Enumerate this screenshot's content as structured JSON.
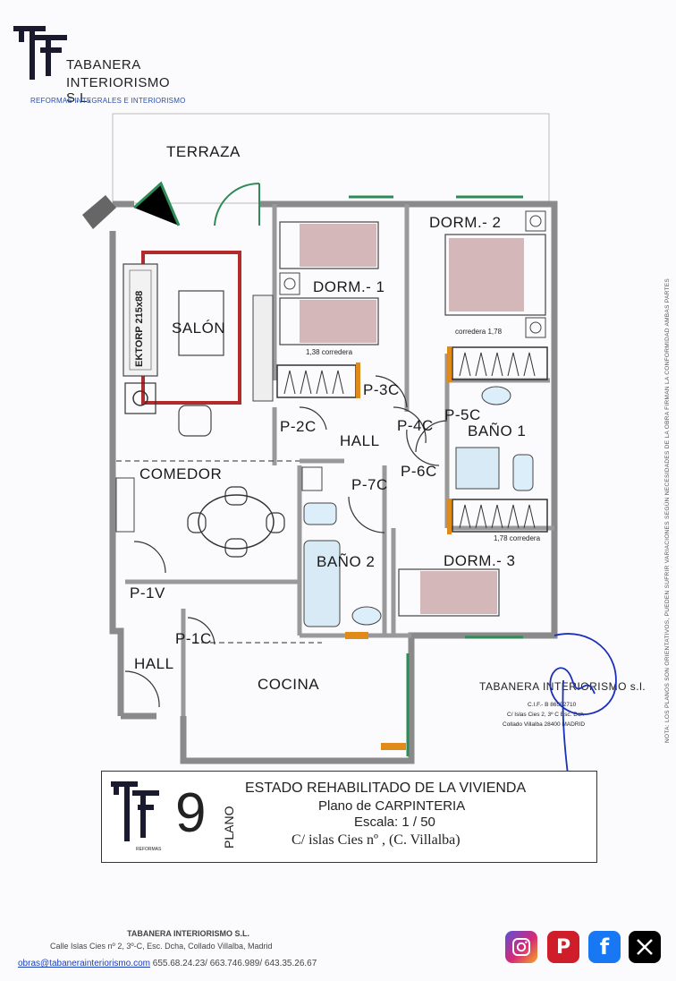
{
  "company": {
    "name_line1": "TABANERA",
    "name_line2": "INTERIORISMO S.L.",
    "tagline": "REFORMAS INTEGRALES E INTERIORISMO"
  },
  "rooms": {
    "terraza": "TERRAZA",
    "salon": "SALÓN",
    "dorm1": "DORM.- 1",
    "dorm2": "DORM.- 2",
    "dorm3": "DORM.- 3",
    "hall_center": "HALL",
    "hall_entry": "HALL",
    "comedor": "COMEDOR",
    "bano1": "BAÑO 1",
    "bano2": "BAÑO 2",
    "cocina": "COCINA"
  },
  "doors": {
    "p3c": "P-3C",
    "p2c": "P-2C",
    "p4c": "P-4C",
    "p5c": "P-5C",
    "p6c": "P-6C",
    "p7c": "P-7C",
    "p1v": "P-1V",
    "p1c": "P-1C"
  },
  "annotations": {
    "sofa": "EKTORP 215x88",
    "wardrobe1": "1,38 corredera",
    "wardrobe2": "corredera 1,78",
    "wardrobe3": "1,78 corredera"
  },
  "stamp": {
    "company": "TABANERA INTERIORISMO s.l.",
    "cif": "C.I.F.- B 86552710",
    "address": "C/ Islas Cies 2, 3º C Esc. Dch",
    "city": "Collado Villalba 28400 MADRID"
  },
  "side_note": "NOTA: LOS PLANOS SON ORIENTATIVOS,  PUEDEN SUFRIR VARIACIONES  SEGÚN NECESIDADES  DE LA OBRA  FIRMAN  LA CONFORMIDAD  AMBAS PARTES",
  "title_block": {
    "plan_number": "9",
    "plan_word": "PLANO",
    "logo_sub": "REFORMAS",
    "line1": "ESTADO REHABILITADO DE LA VIVIENDA",
    "line2": "Plano de CARPINTERIA",
    "line3": "Escala: 1 / 50",
    "line4": "C/ islas Cies nº ,  (C. Villalba)"
  },
  "footer": {
    "company": "TABANERA INTERIORISMO S.L.",
    "address": "Calle Islas Cies nº 2, 3º-C, Esc. Dcha, Collado Villalba, Madrid",
    "email": "obras@tabanerainteriorismo.com",
    "phones": " 655.68.24.23/ 663.746.989/ 643.35.26.67"
  },
  "social": {
    "instagram": "instagram-icon",
    "pinterest": "pinterest-icon",
    "facebook": "facebook-icon",
    "x": "x-icon"
  }
}
